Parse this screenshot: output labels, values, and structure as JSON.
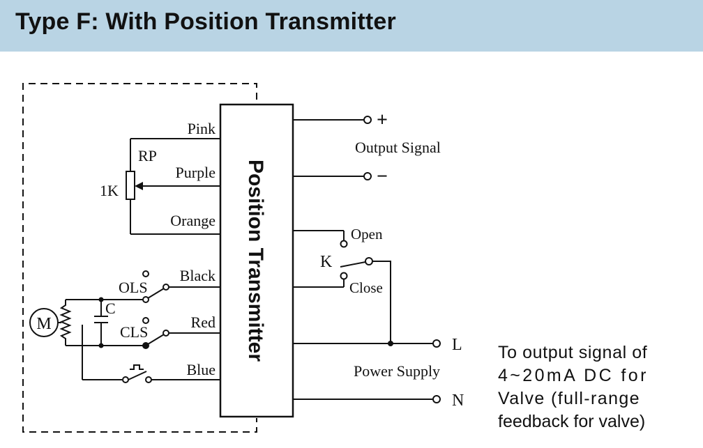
{
  "header": {
    "title": "Type F: With Position Transmitter"
  },
  "diagram": {
    "block_label": "Position Transmitter",
    "wires": {
      "pink": "Pink",
      "purple": "Purple",
      "orange": "Orange",
      "black": "Black",
      "red": "Red",
      "blue": "Blue"
    },
    "pot": {
      "name": "RP",
      "value": "1K"
    },
    "motor": "M",
    "capacitor": "C",
    "limit_switches": {
      "open_limit": "OLS",
      "close_limit": "CLS"
    },
    "output": {
      "plus": "+",
      "minus": "−",
      "label": "Output Signal"
    },
    "switch": {
      "name": "K",
      "open": "Open",
      "close": "Close"
    },
    "power": {
      "l": "L",
      "n": "N",
      "label": "Power Supply"
    }
  },
  "note": {
    "lines": [
      "To output signal of",
      "4~20mA DC for",
      "Valve (full-range",
      "feedback for valve)"
    ]
  }
}
